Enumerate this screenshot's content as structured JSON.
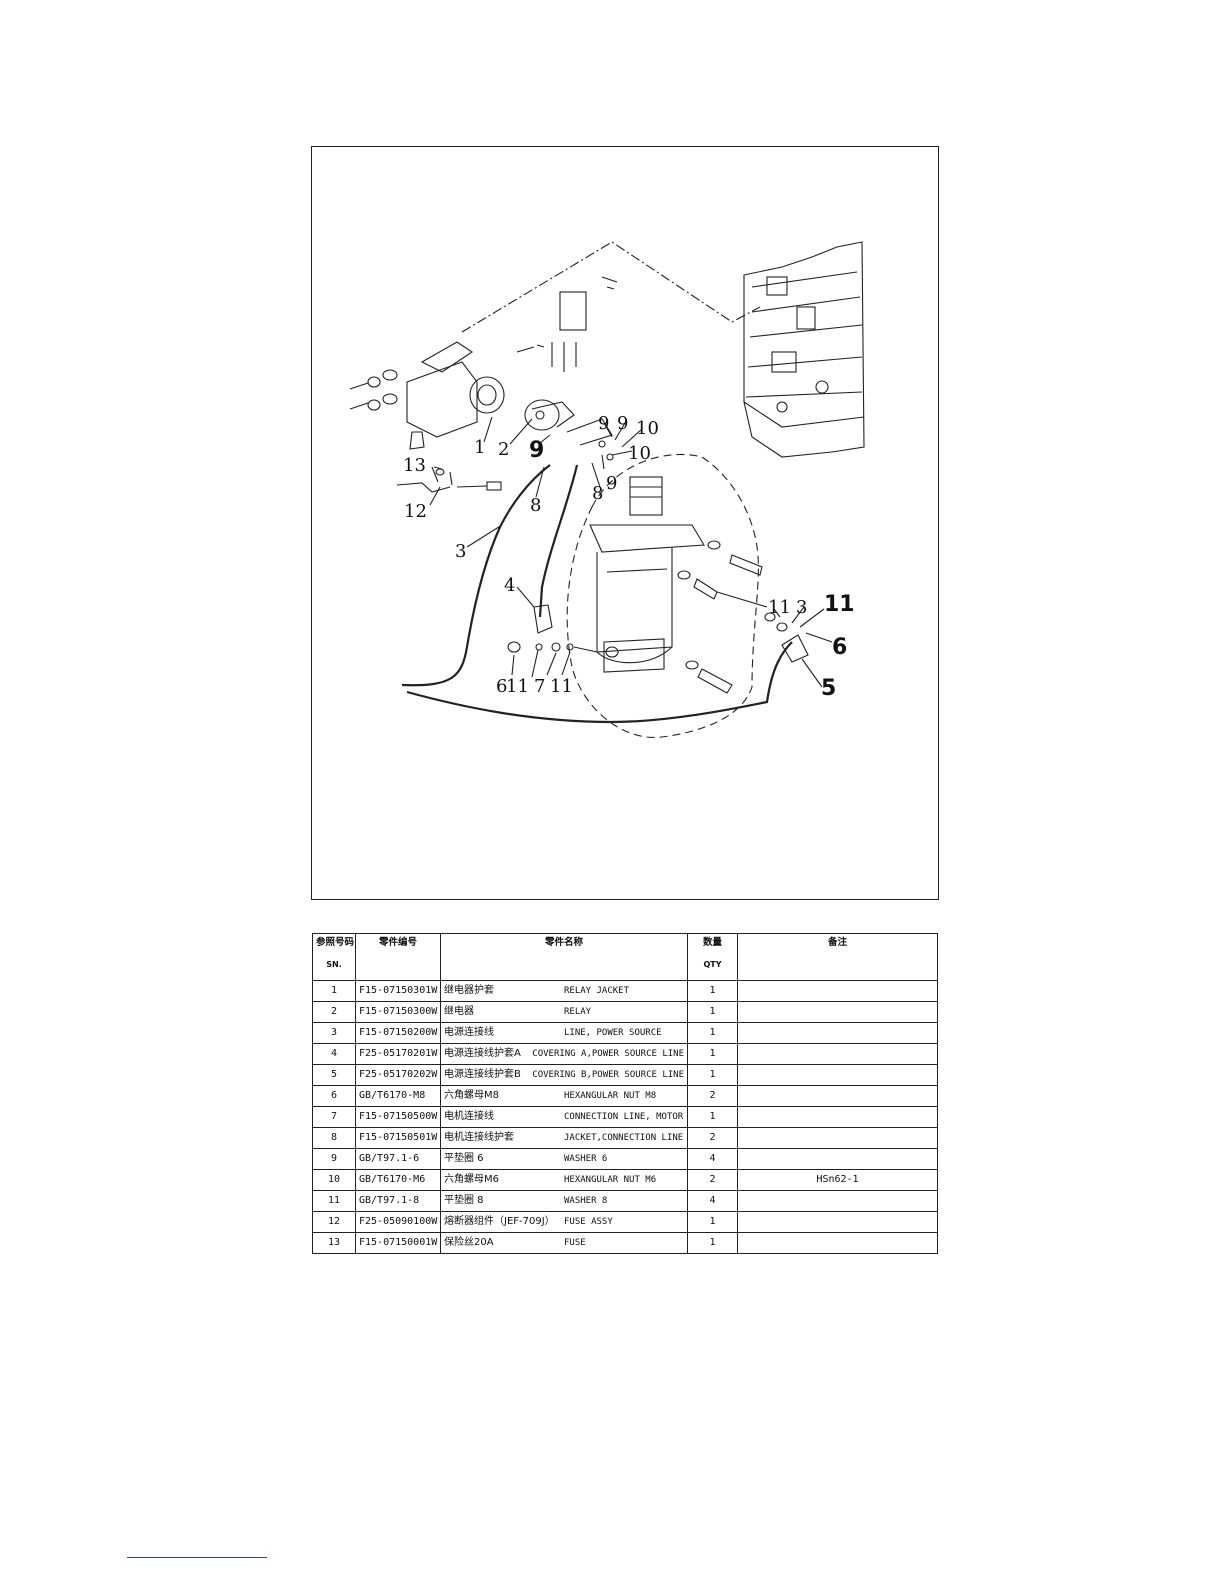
{
  "diagram": {
    "callouts": [
      {
        "text": "1"
      },
      {
        "text": "2"
      },
      {
        "text": "9"
      },
      {
        "text": "9"
      },
      {
        "text": "9"
      },
      {
        "text": "10"
      },
      {
        "text": "10"
      },
      {
        "text": "9"
      },
      {
        "text": "13"
      },
      {
        "text": "12"
      },
      {
        "text": "8"
      },
      {
        "text": "8"
      },
      {
        "text": "3"
      },
      {
        "text": "4"
      },
      {
        "text": "11"
      },
      {
        "text": "3"
      },
      {
        "text": "11"
      },
      {
        "text": "6"
      },
      {
        "text": "6"
      },
      {
        "text": "11"
      },
      {
        "text": "7"
      },
      {
        "text": "11"
      },
      {
        "text": "5"
      }
    ]
  },
  "table": {
    "headers": {
      "sn_zh": "参照号码",
      "sn_en": "SN.",
      "part_no": "零件编号",
      "name": "零件名称",
      "qty_zh": "数量",
      "qty_en": "QTY",
      "remarks": "备注"
    },
    "rows": [
      {
        "sn": "1",
        "part_no": "F15-07150301W",
        "name_zh": "继电器护套",
        "name_en": "RELAY JACKET",
        "qty": "1",
        "remarks": ""
      },
      {
        "sn": "2",
        "part_no": "F15-07150300W",
        "name_zh": "继电器",
        "name_en": "RELAY",
        "qty": "1",
        "remarks": ""
      },
      {
        "sn": "3",
        "part_no": "F15-07150200W",
        "name_zh": "电源连接线",
        "name_en": "LINE, POWER SOURCE",
        "qty": "1",
        "remarks": ""
      },
      {
        "sn": "4",
        "part_no": "F25-05170201W",
        "name_zh": "电源连接线护套A",
        "name_en": "COVERING A,POWER SOURCE LINE",
        "qty": "1",
        "remarks": ""
      },
      {
        "sn": "5",
        "part_no": "F25-05170202W",
        "name_zh": "电源连接线护套B",
        "name_en": "COVERING B,POWER SOURCE LINE",
        "qty": "1",
        "remarks": ""
      },
      {
        "sn": "6",
        "part_no": "GB/T6170-M8",
        "name_zh": "六角螺母M8",
        "name_en": "HEXANGULAR NUT M8",
        "qty": "2",
        "remarks": ""
      },
      {
        "sn": "7",
        "part_no": "F15-07150500W",
        "name_zh": "电机连接线",
        "name_en": "CONNECTION LINE, MOTOR",
        "qty": "1",
        "remarks": ""
      },
      {
        "sn": "8",
        "part_no": "F15-07150501W",
        "name_zh": "电机连接线护套",
        "name_en": "JACKET,CONNECTION LINE",
        "qty": "2",
        "remarks": ""
      },
      {
        "sn": "9",
        "part_no": "GB/T97.1-6",
        "name_zh": "平垫圈 6",
        "name_en": "WASHER 6",
        "qty": "4",
        "remarks": ""
      },
      {
        "sn": "10",
        "part_no": "GB/T6170-M6",
        "name_zh": "六角螺母M6",
        "name_en": "HEXANGULAR NUT M6",
        "qty": "2",
        "remarks": "HSn62-1"
      },
      {
        "sn": "11",
        "part_no": "GB/T97.1-8",
        "name_zh": "平垫圈 8",
        "name_en": "WASHER 8",
        "qty": "4",
        "remarks": ""
      },
      {
        "sn": "12",
        "part_no": "F25-05090100W",
        "name_zh": "熔断器组件（JEF-709J）",
        "name_en": "FUSE ASSY",
        "qty": "1",
        "remarks": ""
      },
      {
        "sn": "13",
        "part_no": "F15-07150001W",
        "name_zh": "保险丝20A",
        "name_en": "FUSE",
        "qty": "1",
        "remarks": ""
      }
    ]
  }
}
